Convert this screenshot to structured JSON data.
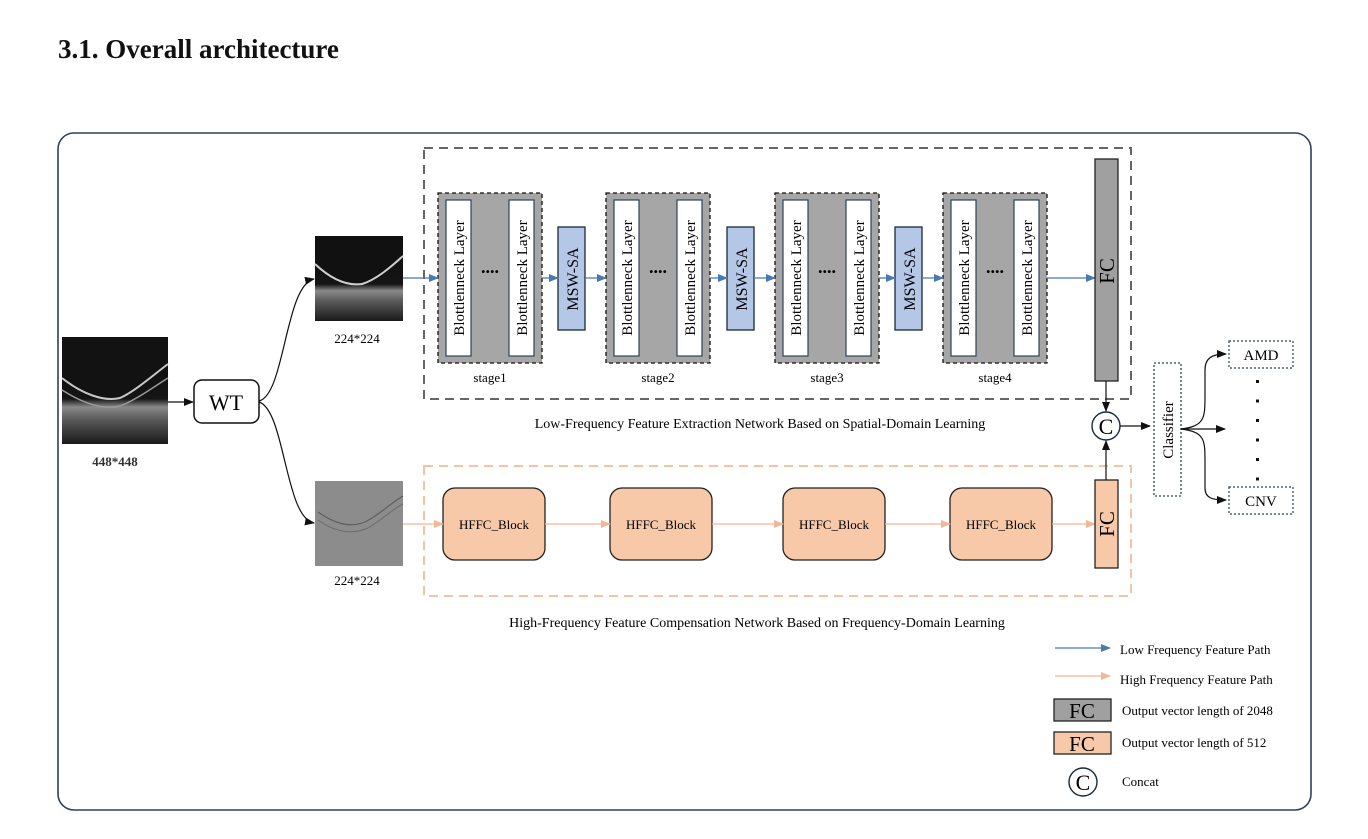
{
  "section_title": "3.1. Overall architecture",
  "input": {
    "size_label": "448*448",
    "image": "oct-retina-scan"
  },
  "wt": {
    "label": "WT"
  },
  "low_branch": {
    "image": "low-frequency-oct-scan",
    "size_label": "224*224",
    "caption": "Low-Frequency Feature Extraction Network Based on Spatial-Domain Learning",
    "stages": [
      {
        "name": "stage1",
        "layer_label": "Blottlenneck Layer",
        "ellipsis": "...."
      },
      {
        "name": "stage2",
        "layer_label": "Blottlenneck Layer",
        "ellipsis": "...."
      },
      {
        "name": "stage3",
        "layer_label": "Blottlenneck Layer",
        "ellipsis": "...."
      },
      {
        "name": "stage4",
        "layer_label": "Blottlenneck Layer",
        "ellipsis": "...."
      }
    ],
    "attention_label": "MSW-SA",
    "fc_label": "FC"
  },
  "high_branch": {
    "image": "high-frequency-oct-scan",
    "size_label": "224*224",
    "caption": "High-Frequency Feature Compensation Network Based on Frequency-Domain Learning",
    "blocks": [
      "HFFC_Block",
      "HFFC_Block",
      "HFFC_Block",
      "HFFC_Block"
    ],
    "fc_label": "FC"
  },
  "concat": {
    "symbol": "C"
  },
  "classifier": {
    "label": "Classifier"
  },
  "outputs": {
    "first": "AMD",
    "last": "CNV",
    "ellipsis_dots": 6
  },
  "legend": {
    "items": [
      {
        "kind": "arrow-low",
        "label": "Low Frequency Feature Path"
      },
      {
        "kind": "arrow-high",
        "label": "High Frequency Feature Path"
      },
      {
        "kind": "fc-gray",
        "symbol": "FC",
        "label": "Output vector length of 2048"
      },
      {
        "kind": "fc-peach",
        "symbol": "FC",
        "label": "Output vector length of 512"
      },
      {
        "kind": "concat",
        "symbol": "C",
        "label": "Concat"
      }
    ]
  },
  "colors": {
    "frame": "#2f4256",
    "low_path": "#4a78b0",
    "high_path": "#f0b896",
    "stage_fill": "#a6a6a6",
    "msw_fill": "#b4c7e7",
    "fc_gray": "#a0a0a0",
    "peach": "#f7c9a8",
    "peach_dash": "#f2c4a2"
  }
}
